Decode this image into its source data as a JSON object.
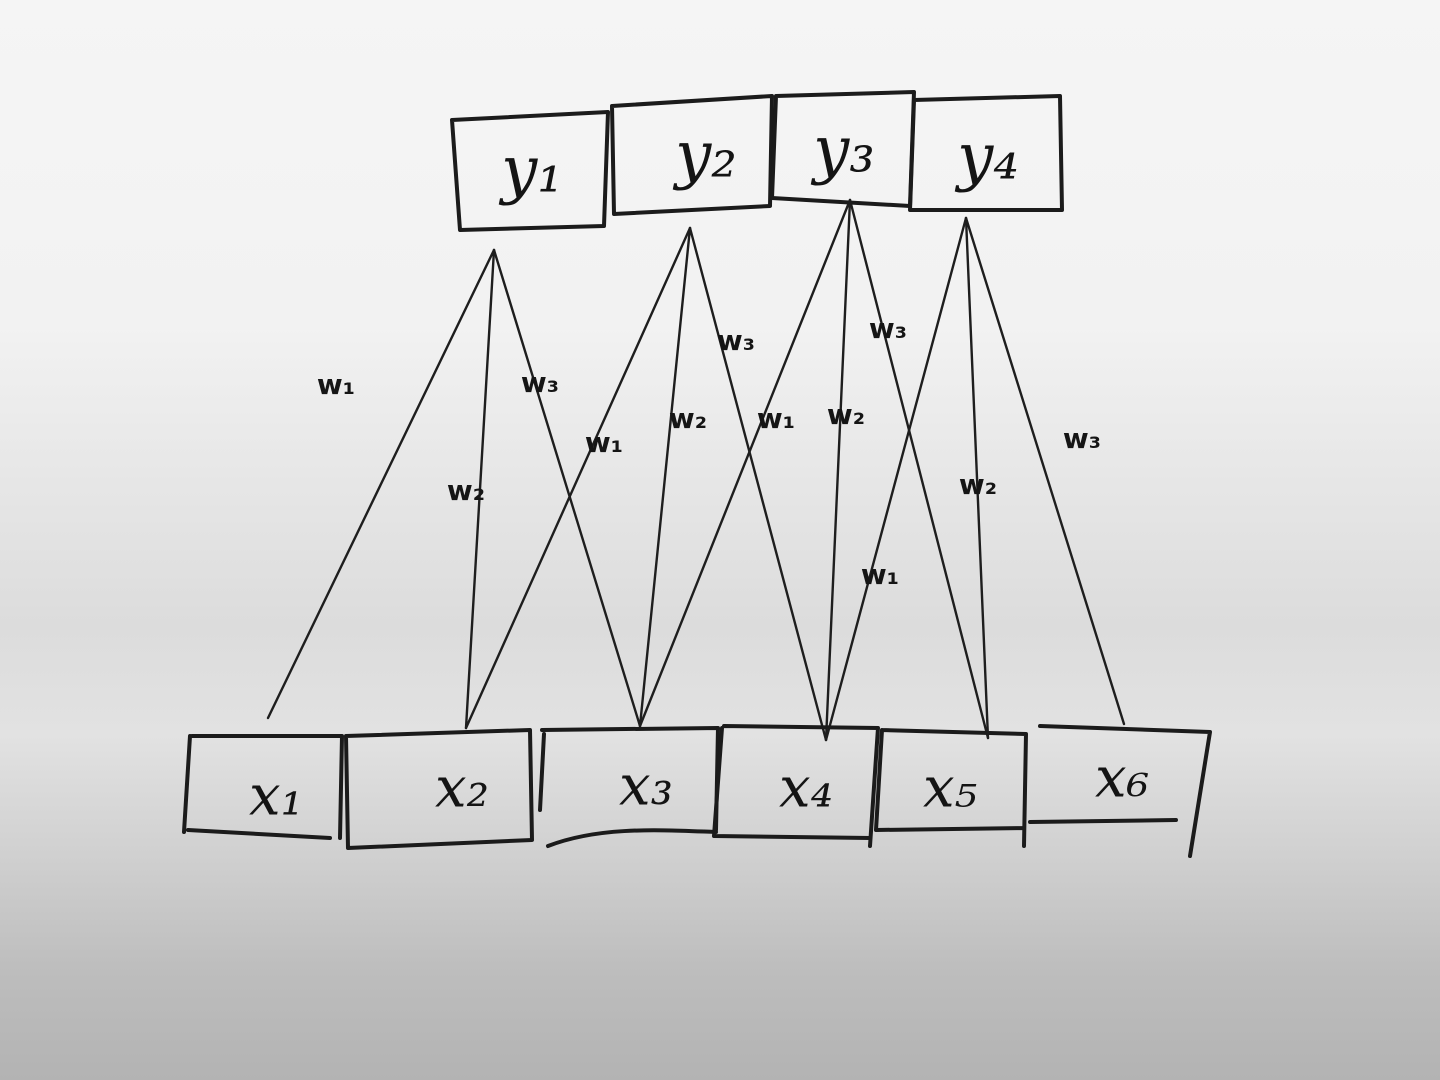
{
  "diagram": {
    "output_nodes": [
      "y₁",
      "y₂",
      "y₃",
      "y₄"
    ],
    "input_nodes": [
      "x₁",
      "x₂",
      "x₃",
      "x₄",
      "x₅",
      "x₆"
    ],
    "weights": {
      "w1": "w₁",
      "w2": "w₂",
      "w3": "w₃"
    },
    "connections": [
      {
        "from": 0,
        "to": 0,
        "weight": "w1"
      },
      {
        "from": 0,
        "to": 1,
        "weight": "w2"
      },
      {
        "from": 0,
        "to": 2,
        "weight": "w3"
      },
      {
        "from": 1,
        "to": 1,
        "weight": "w1"
      },
      {
        "from": 1,
        "to": 2,
        "weight": "w2"
      },
      {
        "from": 1,
        "to": 3,
        "weight": "w3"
      },
      {
        "from": 2,
        "to": 2,
        "weight": "w1"
      },
      {
        "from": 2,
        "to": 3,
        "weight": "w2"
      },
      {
        "from": 2,
        "to": 4,
        "weight": "w3"
      },
      {
        "from": 3,
        "to": 3,
        "weight": "w1"
      },
      {
        "from": 3,
        "to": 4,
        "weight": "w2"
      },
      {
        "from": 3,
        "to": 5,
        "weight": "w3"
      }
    ],
    "ink_color": "#1b1b1b"
  }
}
